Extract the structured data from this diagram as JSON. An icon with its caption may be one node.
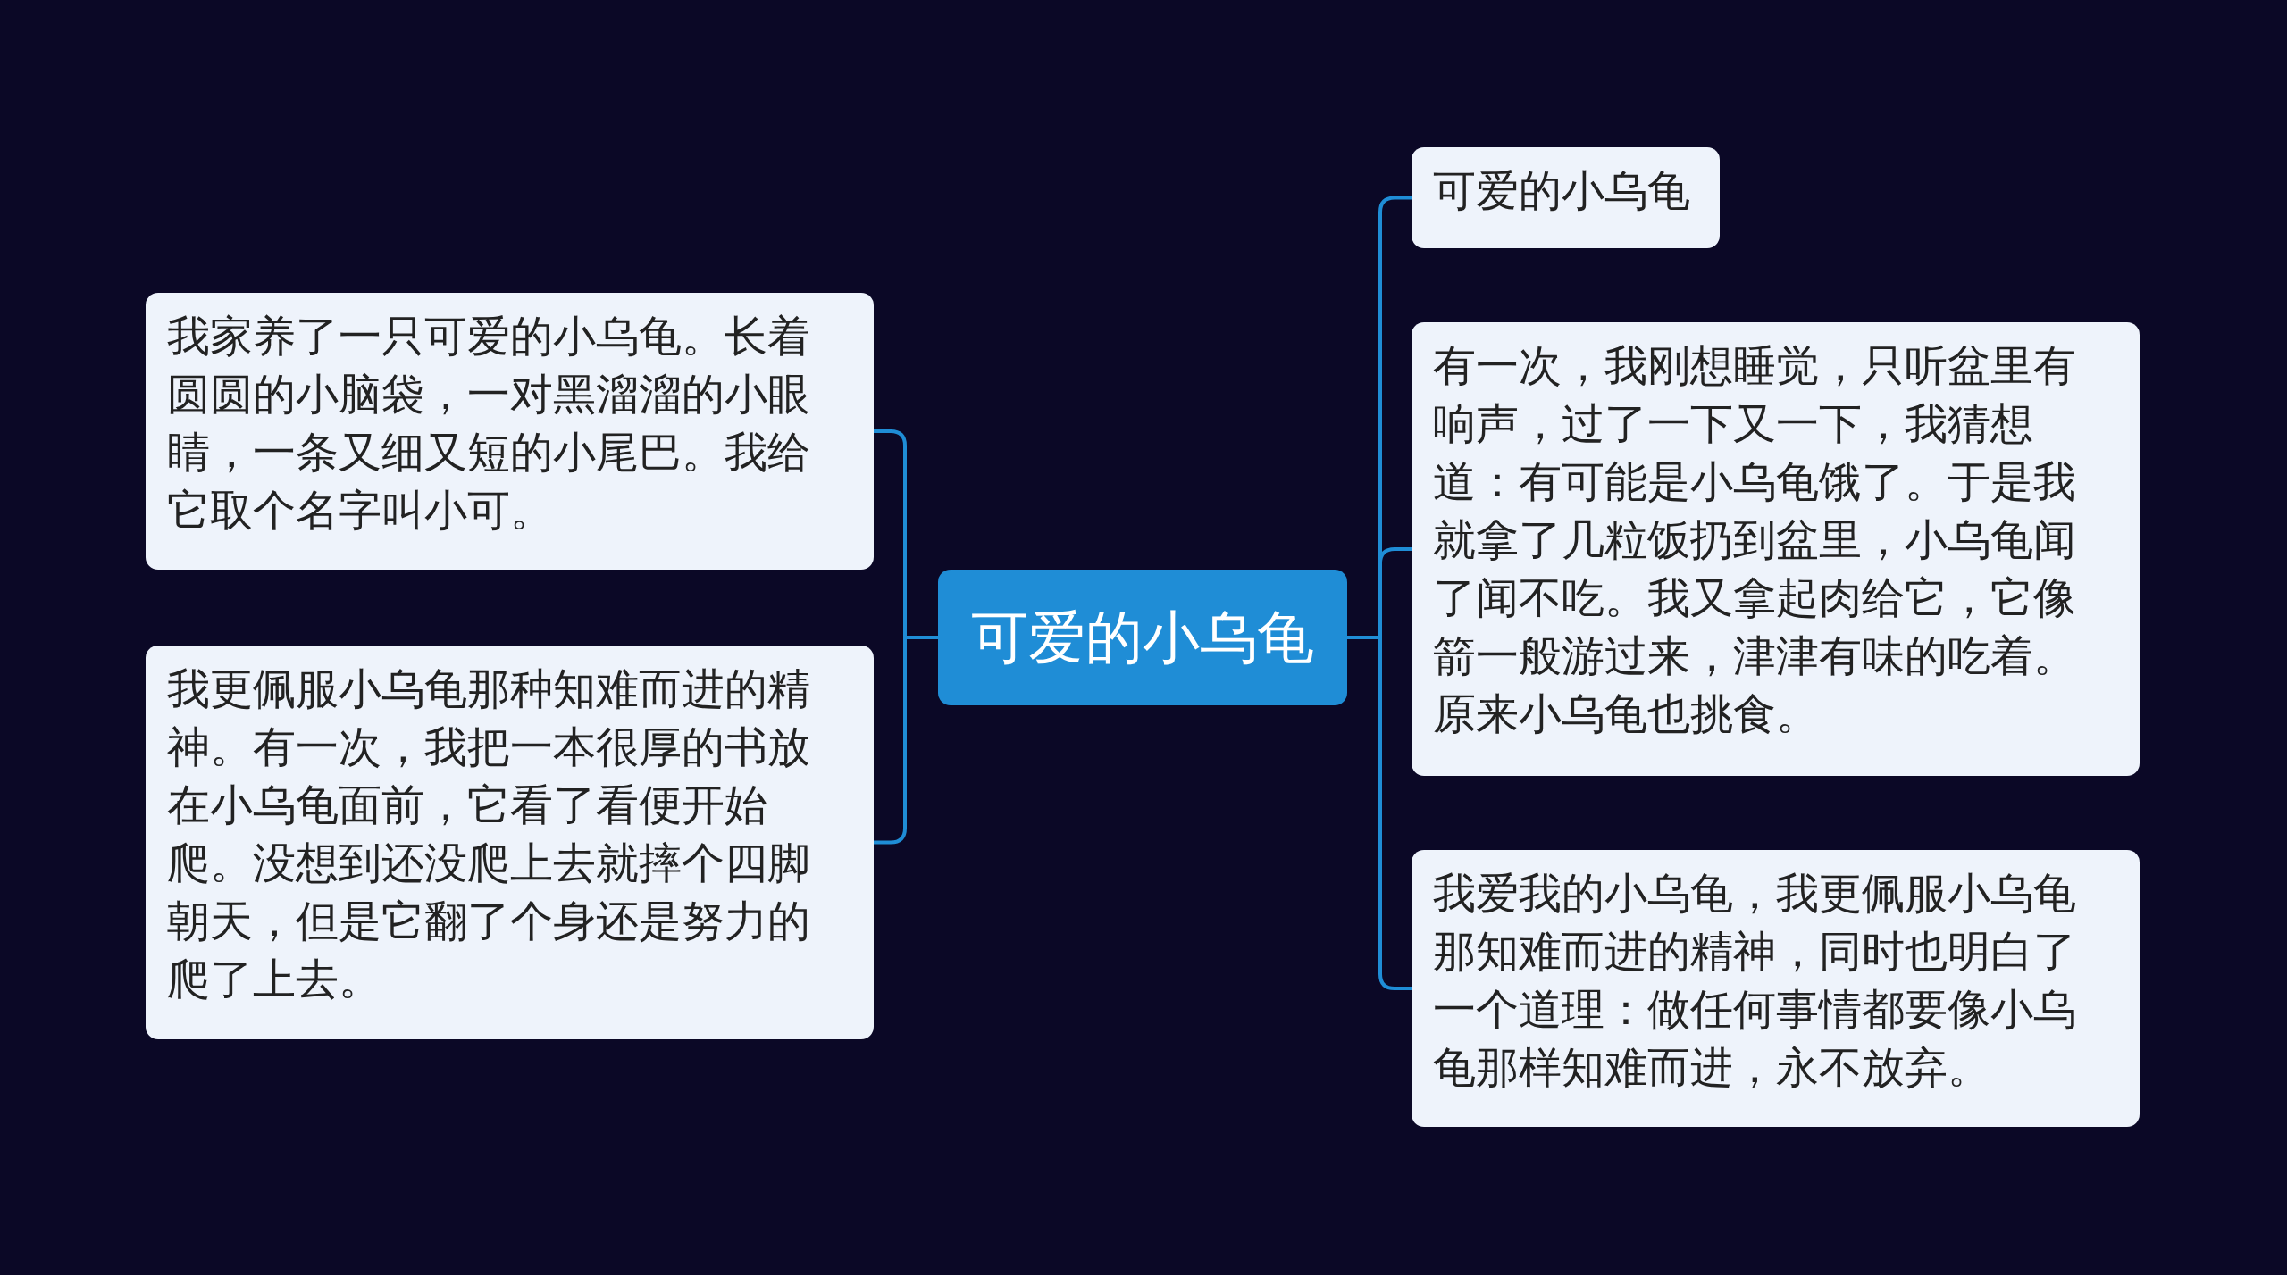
{
  "diagram": {
    "nodes": [
      {
        "text": [
          "可爱的小乌龟"
        ]
      },
      {
        "text": [
          "我家养了一只可爱的小乌龟。长着圆圆的小脑袋，一对黑溜溜的小眼睛，一条又细又短的小尾巴。我给它取个名字叫小可。"
        ]
      },
      {
        "text": [
          "我更佩服小乌龟那种知难而进的精神。有一次，我把一本很厚的书放在小乌龟面前，它看了看便开始爬。没想到还没爬上去就摔个四脚朝天，但是它翻了个身还是努力的爬了上去。"
        ]
      },
      {
        "text": [
          "可爱的小乌龟"
        ]
      },
      {
        "text": [
          "有一次，我刚想睡觉，只听盆里有响声，过了一下又一下，我猜想道：有可能是小乌龟饿了。于是我就拿了几粒饭扔到盆里，小乌龟闻了闻不吃。我又拿起肉给它，它像箭一般游过来，津津有味的吃着。原来小乌龟也挑食。"
        ]
      },
      {
        "text": [
          "我爱我的小乌龟，我更佩服小乌龟那知难而进的精神，同时也明白了一个道理：做任何事情都要像小乌龟那样知难而进，永不放弃。"
        ]
      }
    ],
    "edges": [
      {
        "from": 0,
        "to": 1,
        "arrow": "none"
      },
      {
        "from": 0,
        "to": 2,
        "arrow": "none"
      },
      {
        "from": 0,
        "to": 3,
        "arrow": "none"
      },
      {
        "from": 0,
        "to": 4,
        "arrow": "none"
      },
      {
        "from": 0,
        "to": 5,
        "arrow": "none"
      }
    ]
  }
}
